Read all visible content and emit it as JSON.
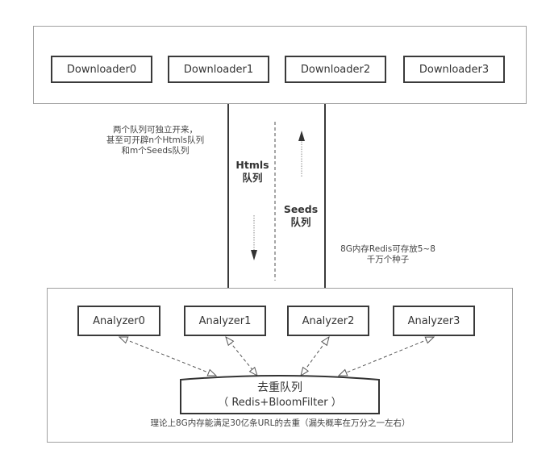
{
  "downloaders": [
    {
      "label": "Downloader0"
    },
    {
      "label": "Downloader1"
    },
    {
      "label": "Downloader2"
    },
    {
      "label": "Downloader3"
    }
  ],
  "analyzers": [
    {
      "label": "Analyzer0"
    },
    {
      "label": "Analyzer1"
    },
    {
      "label": "Analyzer2"
    },
    {
      "label": "Analyzer3"
    }
  ],
  "queues": {
    "htmls": {
      "line1": "Htmls",
      "line2": "队列",
      "direction": "down"
    },
    "seeds": {
      "line1": "Seeds",
      "line2": "队列",
      "direction": "up"
    }
  },
  "notes": {
    "independent_queues": [
      "两个队列可独立开来，",
      "甚至可开辟n个Htmls队列",
      "和m个Seeds队列"
    ],
    "redis_capacity": [
      "8G内存Redis可存放5~8",
      "千万个种子"
    ],
    "dedup_capacity": "理论上8G内存能满足30亿条URL的去重（漏失概率在万分之一左右）"
  },
  "dedup": {
    "title": "去重队列",
    "subtitle": "（ Redis+BloomFilter ）"
  },
  "colors": {
    "frame_border": "#a0a0a0",
    "node_border": "#3a3a3a",
    "text": "#333333"
  }
}
